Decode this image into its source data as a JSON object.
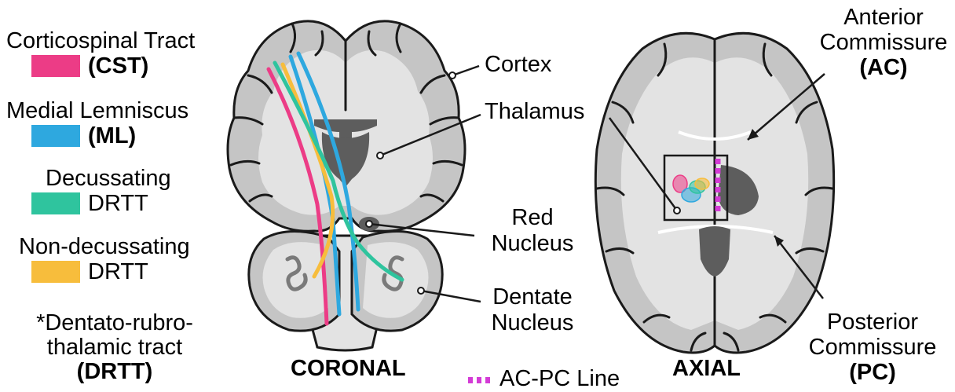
{
  "legend": {
    "cst": {
      "line1": "Corticospinal Tract",
      "line2": "(CST)",
      "color": "#ec3c86"
    },
    "ml": {
      "line1": "Medial Lemniscus",
      "line2": "(ML)",
      "color": "#2ea8df"
    },
    "dec": {
      "line1": "Decussating",
      "line2": "DRTT",
      "color": "#2fc49e"
    },
    "nondec": {
      "line1": "Non-decussating",
      "line2": "DRTT",
      "color": "#f7bd3c"
    },
    "footnote": {
      "line1": "*Dentato-rubro-",
      "line2": "thalamic tract",
      "line3": "(DRTT)"
    }
  },
  "coronal": {
    "title": "CORONAL",
    "labels": {
      "cortex": "Cortex",
      "thalamus": "Thalamus",
      "red_nucleus_1": "Red",
      "red_nucleus_2": "Nucleus",
      "dentate_1": "Dentate",
      "dentate_2": "Nucleus"
    }
  },
  "axial": {
    "title": "AXIAL",
    "labels": {
      "ac_1": "Anterior",
      "ac_2": "Commissure",
      "ac_3": "(AC)",
      "pc_1": "Posterior",
      "pc_2": "Commissure",
      "pc_3": "(PC)"
    }
  },
  "acpc_legend": {
    "label": "AC-PC Line",
    "color": "#d43bd6"
  },
  "colors": {
    "cortex_gray": "#c5c5c5",
    "white_matter": "#e3e3e3",
    "deep_gray": "#5d5d5d",
    "outline": "#1a1a1a"
  }
}
